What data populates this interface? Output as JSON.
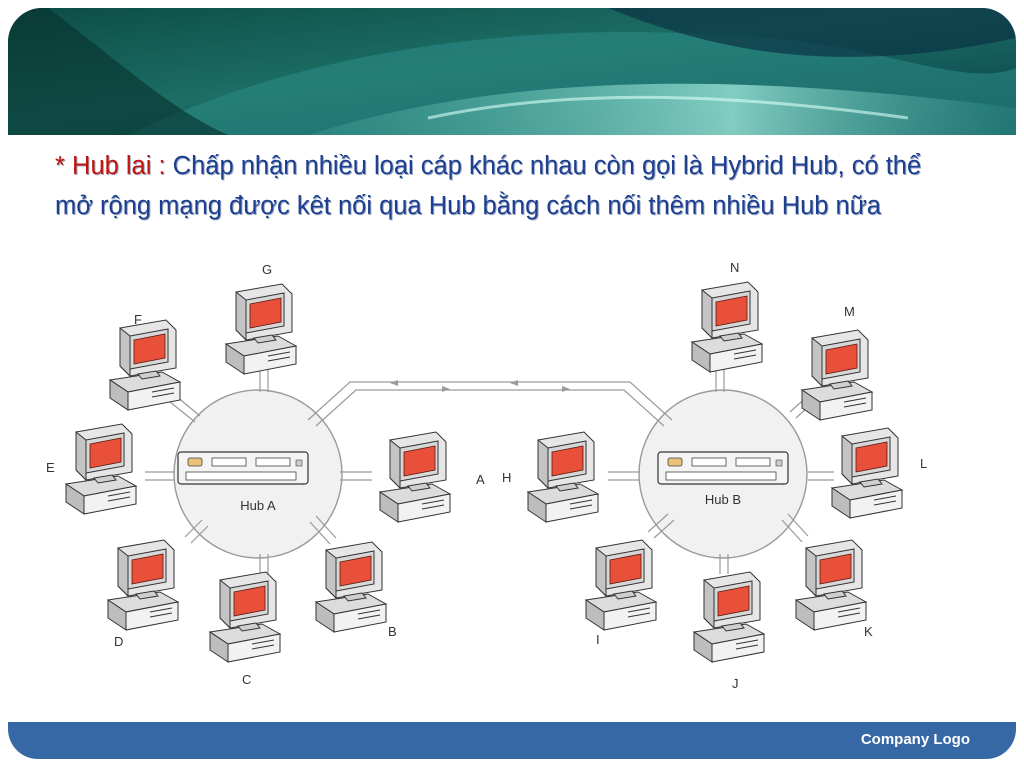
{
  "slide": {
    "bullet_marker": "*",
    "bullet_lead": "Hub lai :",
    "bullet_text": "Chấp nhận nhiều loại cáp khác nhau còn gọi là Hybrid Hub, có thể mở rộng mạng được kêt nối qua Hub bằng cách nối thêm nhiều Hub nữa"
  },
  "diagram": {
    "hubs": [
      {
        "id": "hub-a",
        "label": "Hub A"
      },
      {
        "id": "hub-b",
        "label": "Hub B"
      }
    ],
    "nodes": [
      "A",
      "B",
      "C",
      "D",
      "E",
      "F",
      "G",
      "H",
      "I",
      "J",
      "K",
      "L",
      "M",
      "N"
    ]
  },
  "footer": {
    "logo_text": "Company Logo"
  },
  "colors": {
    "text": "#1c3f8f",
    "accent": "#c0140c",
    "footer": "#3768a6",
    "screen": "#e8503a"
  }
}
